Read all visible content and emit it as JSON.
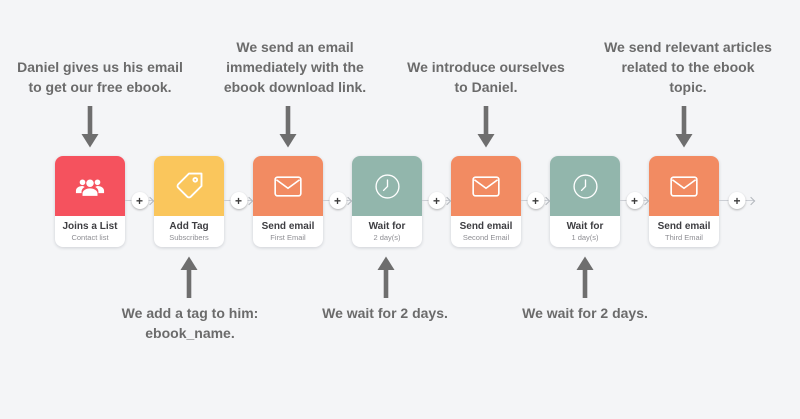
{
  "workflow": {
    "cards": [
      {
        "title": "Joins a List",
        "subtitle": "Contact list",
        "icon": "users-icon",
        "color_key": "card_red"
      },
      {
        "title": "Add Tag",
        "subtitle": "Subscribers",
        "icon": "tag-icon",
        "color_key": "card_yellow"
      },
      {
        "title": "Send email",
        "subtitle": "First Email",
        "icon": "mail-icon",
        "color_key": "card_orange"
      },
      {
        "title": "Wait for",
        "subtitle": "2 day(s)",
        "icon": "clock-icon",
        "color_key": "card_teal"
      },
      {
        "title": "Send email",
        "subtitle": "Second Email",
        "icon": "mail-icon",
        "color_key": "card_orange"
      },
      {
        "title": "Wait for",
        "subtitle": "1 day(s)",
        "icon": "clock-icon",
        "color_key": "card_teal"
      },
      {
        "title": "Send email",
        "subtitle": "Third Email",
        "icon": "mail-icon",
        "color_key": "card_orange"
      }
    ],
    "add_step_label": "+",
    "annotations_top": [
      {
        "lines": [
          "Daniel gives us his email",
          "to get our free ebook."
        ]
      },
      {
        "lines": [
          "We send an email",
          "immediately with the",
          "ebook download link."
        ]
      },
      {
        "lines": [
          "We introduce ourselves",
          "to Daniel."
        ]
      },
      {
        "lines": [
          "We send relevant articles",
          "related to the ebook",
          "topic."
        ]
      }
    ],
    "annotations_bottom": [
      {
        "lines": [
          "We add a tag to him:",
          "ebook_name."
        ]
      },
      {
        "lines": [
          "We wait for 2 days."
        ]
      },
      {
        "lines": [
          "We wait for 2 days."
        ]
      }
    ]
  },
  "colors": {
    "background": "#f4f5f7",
    "card_red": "#f5525e",
    "card_yellow": "#fac65c",
    "card_orange": "#f28b62",
    "card_teal": "#92b6ac",
    "card_title_text": "#3e3e42",
    "card_subtitle_text": "#8e8e93",
    "annotation_text": "#6b6b6b",
    "arrow": "#6e6e6e",
    "connector_line": "#cbced4"
  }
}
